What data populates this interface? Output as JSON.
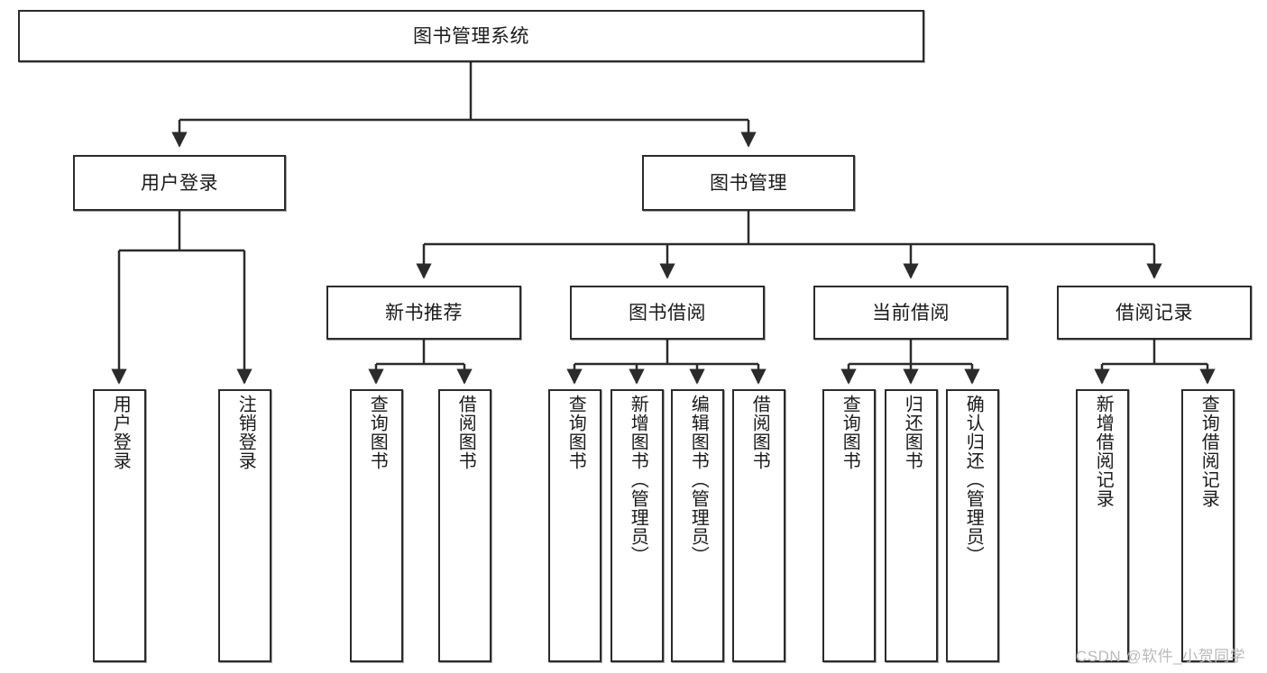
{
  "diagram": {
    "type": "tree-hierarchy-chart",
    "title_node": {
      "label": "图书管理系统"
    },
    "level2": [
      {
        "id": "user-login",
        "label": "用户登录"
      },
      {
        "id": "book-management",
        "label": "图书管理"
      }
    ],
    "level3": [
      {
        "id": "new-book-recommend",
        "label": "新书推荐"
      },
      {
        "id": "book-borrow",
        "label": "图书借阅"
      },
      {
        "id": "current-borrow",
        "label": "当前借阅"
      },
      {
        "id": "borrow-record",
        "label": "借阅记录"
      }
    ],
    "leaves": {
      "user_login": [
        {
          "id": "leaf-user-login",
          "label": "用户登录"
        },
        {
          "id": "leaf-user-logout",
          "label": "注销登录"
        }
      ],
      "new_book_recommend": [
        {
          "id": "leaf-query-book-1",
          "label": "查询图书"
        },
        {
          "id": "leaf-borrow-book-1",
          "label": "借阅图书"
        }
      ],
      "book_borrow": [
        {
          "id": "leaf-query-book-2",
          "label": "查询图书"
        },
        {
          "id": "leaf-add-book",
          "label": "新增图书（管理员）"
        },
        {
          "id": "leaf-edit-book",
          "label": "编辑图书（管理员）"
        },
        {
          "id": "leaf-borrow-book-2",
          "label": "借阅图书"
        }
      ],
      "current_borrow": [
        {
          "id": "leaf-query-book-3",
          "label": "查询图书"
        },
        {
          "id": "leaf-return-book",
          "label": "归还图书"
        },
        {
          "id": "leaf-confirm-return",
          "label": "确认归还（管理员）"
        }
      ],
      "borrow_record": [
        {
          "id": "leaf-add-record",
          "label": "新增借阅记录"
        },
        {
          "id": "leaf-query-record",
          "label": "查询借阅记录"
        }
      ]
    }
  },
  "watermark": {
    "text": "CSDN @软件_小贺同学"
  },
  "colors": {
    "stroke": "#2b2b2b",
    "fill": "#ffffff",
    "text": "#1a1a1a",
    "watermark": "#b9b9b9"
  }
}
